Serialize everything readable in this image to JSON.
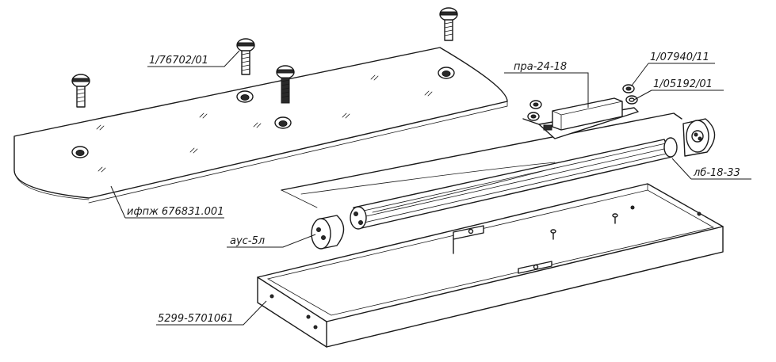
{
  "labels": {
    "screw": "1/76702/01",
    "nut": "1/07940/11",
    "washer": "1/05192/01",
    "ballast": "пра-24-18",
    "diffuser": "ифпж 676831.001",
    "lamp": "лб-18-33",
    "lampholder": "аус-5л",
    "housing": "5299-5701061"
  }
}
